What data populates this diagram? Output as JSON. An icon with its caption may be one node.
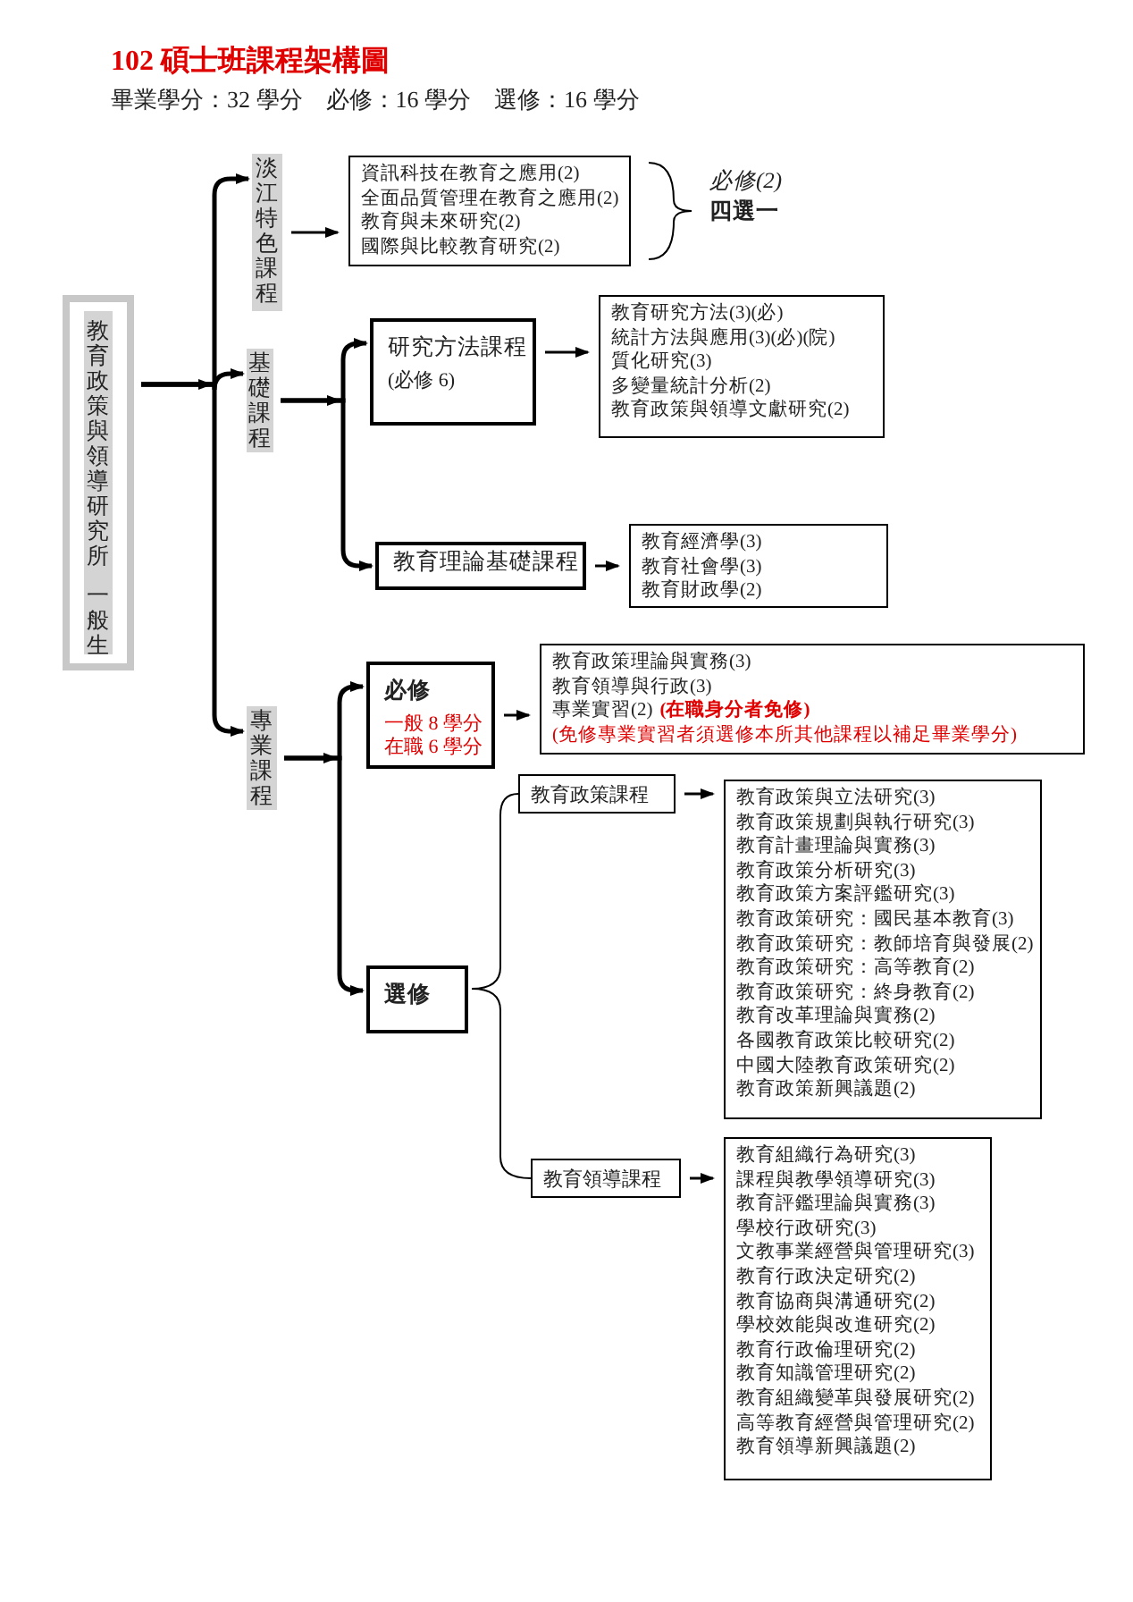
{
  "diagram": {
    "title": "102 碩士班課程架構圖",
    "nodes": [
      {
        "text": [
          "教育政策與領導研究所",
          "一般生"
        ]
      },
      {
        "text": [
          "淡江特色課程"
        ]
      },
      {
        "text": [
          "資訊科技在教育之應用(2)",
          "全面品質管理在教育之應用(2)",
          "教育與未來研究(2)",
          "國際與比較教育研究(2)"
        ],
        "beside": [
          "必修(2)",
          "四選一"
        ]
      },
      {
        "text": [
          "基礎課程"
        ]
      },
      {
        "text": [
          "研究方法課程",
          "(必修 6)"
        ]
      },
      {
        "text": [
          "教育研究方法(3)(必)",
          "統計方法與應用(3)(必)(院)",
          "質化研究(3)",
          "多變量統計分析(2)",
          "教育政策與領導文獻研究(2)"
        ]
      },
      {
        "text": [
          "教育理論基礎課程"
        ]
      },
      {
        "text": [
          "教育經濟學(3)",
          "教育社會學(3)",
          "教育財政學(2)"
        ]
      },
      {
        "text": [
          "專業課程"
        ]
      },
      {
        "text": [
          "必修",
          "一般 8 學分",
          "在職 6 學分"
        ]
      },
      {
        "text": [
          "教育政策理論與實務(3)",
          "教育領導與行政(3)",
          "專業實習(2)",
          "(在職身分者免修)",
          "(免修專業實習者須選修本所其他課程以補足畢業學分)"
        ]
      },
      {
        "text": [
          "選修"
        ]
      },
      {
        "text": [
          "教育政策課程"
        ]
      },
      {
        "text": [
          "教育政策與立法研究(3)",
          "教育政策規劃與執行研究(3)",
          "教育計畫理論與實務(3)",
          "教育政策分析研究(3)",
          "教育政策方案評鑑研究(3)",
          "教育政策研究：國民基本教育(3)",
          "教育政策研究：教師培育與發展(2)",
          "教育政策研究：高等教育(2)",
          "教育政策研究：終身教育(2)",
          "教育改革理論與實務(2)",
          "各國教育政策比較研究(2)",
          "中國大陸教育政策研究(2)",
          "教育政策新興議題(2)"
        ]
      },
      {
        "text": [
          "教育領導課程"
        ]
      },
      {
        "text": [
          "教育組織行為研究(3)",
          "課程與教學領導研究(3)",
          "教育評鑑理論與實務(3)",
          "學校行政研究(3)",
          "文教事業經營與管理研究(3)",
          "教育行政決定研究(2)",
          "教育協商與溝通研究(2)",
          "學校效能與改進研究(2)",
          "教育行政倫理研究(2)",
          "教育知識管理研究(2)",
          "教育組織變革與發展研究(2)",
          "高等教育經營與管理研究(2)",
          "教育領導新興議題(2)"
        ]
      }
    ],
    "edges": [
      {
        "from": 0,
        "to": 1,
        "arrow": "to"
      },
      {
        "from": 0,
        "to": 3,
        "arrow": "to"
      },
      {
        "from": 0,
        "to": 8,
        "arrow": "to"
      },
      {
        "from": 1,
        "to": 2,
        "arrow": "to"
      },
      {
        "from": 3,
        "to": 4,
        "arrow": "to"
      },
      {
        "from": 3,
        "to": 6,
        "arrow": "to"
      },
      {
        "from": 4,
        "to": 5,
        "arrow": "to"
      },
      {
        "from": 6,
        "to": 7,
        "arrow": "to"
      },
      {
        "from": 8,
        "to": 9,
        "arrow": "to"
      },
      {
        "from": 8,
        "to": 11,
        "arrow": "to"
      },
      {
        "from": 9,
        "to": 10,
        "arrow": "to"
      },
      {
        "from": 11,
        "to": 12,
        "arrow": "none"
      },
      {
        "from": 11,
        "to": 14,
        "arrow": "none"
      },
      {
        "from": 12,
        "to": 13,
        "arrow": "to"
      },
      {
        "from": 14,
        "to": 15,
        "arrow": "to"
      }
    ],
    "labels": [
      "畢業學分：32 學分　必修：16 學分　選修：16 學分"
    ]
  }
}
